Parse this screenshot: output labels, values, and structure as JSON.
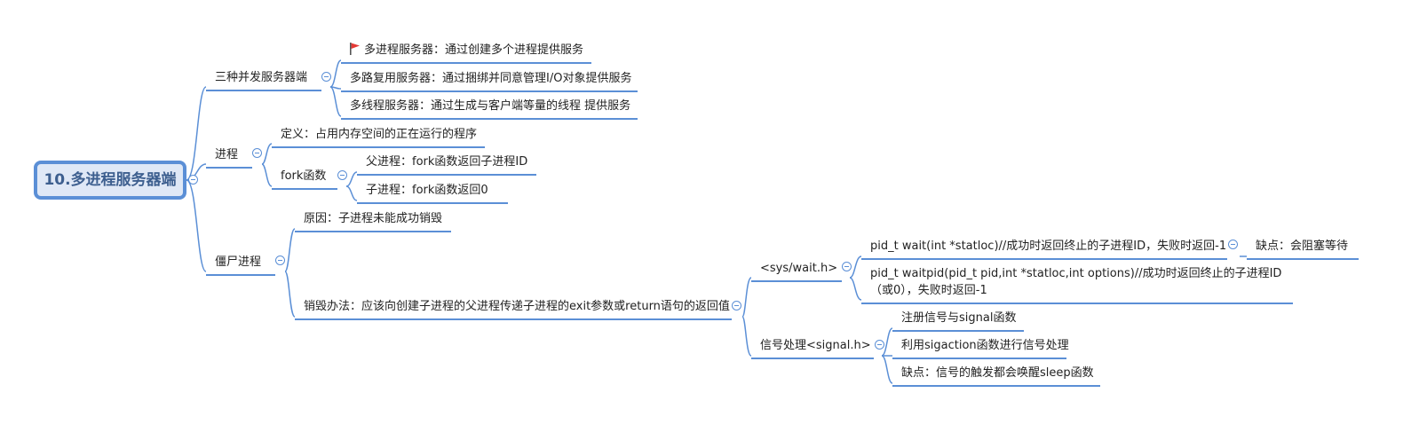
{
  "root": "10.多进程服务器端",
  "nodes": {
    "three_servers": "三种并发服务器端",
    "multiprocess": "多进程服务器：通过创建多个进程提供服务",
    "multiplexing": "多路复用服务器：通过捆绑并同意管理I/O对象提供服务",
    "multithread": "多线程服务器：通过生成与客户端等量的线程 提供服务",
    "process": "进程",
    "definition": "定义：占用内存空间的正在运行的程序",
    "fork": "fork函数",
    "parent": "父进程：fork函数返回子进程ID",
    "child": "子进程：fork函数返回0",
    "zombie": "僵尸进程",
    "cause": "原因：子进程未能成功销毁",
    "destroy": "销毁办法：应该向创建子进程的父进程传递子进程的exit参数或return语句的返回值",
    "syswait": "<sys/wait.h>",
    "wait": "pid_t wait(int *statloc)//成功时返回终止的子进程ID，失败时返回-1",
    "wait_drawback": "缺点：会阻塞等待",
    "waitpid": "pid_t waitpid(pid_t pid,int *statloc,int options)//成功时返回终止的子进程ID（或0），失败时返回-1",
    "signal": "信号处理<signal.h>",
    "sig_register": "注册信号与signal函数",
    "sigaction": "利用sigaction函数进行信号处理",
    "sig_drawback": "缺点：信号的触发都会唤醒sleep函数"
  },
  "icons": {
    "flag": "red-flag-icon",
    "collapse": "collapse-minus-icon"
  },
  "colors": {
    "line": "#5b8fd6",
    "root_fill": "#dfe8f6",
    "root_text": "#3d5f8f",
    "flag": "#e53935"
  }
}
